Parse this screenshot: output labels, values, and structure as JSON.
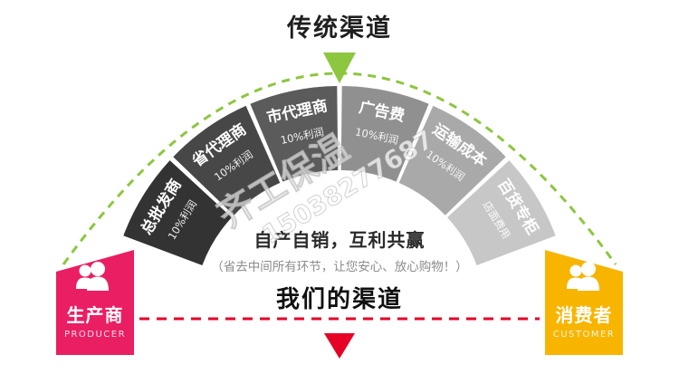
{
  "titles": {
    "traditional": "传统渠道"
  },
  "arch": {
    "segments": [
      {
        "name": "总批发商",
        "sub": "10%利润",
        "color": "#333333"
      },
      {
        "name": "省代理商",
        "sub": "10%利润",
        "color": "#474747"
      },
      {
        "name": "市代理商",
        "sub": "10%利润",
        "color": "#5b5b5b"
      },
      {
        "name": "广告费",
        "sub": "10%利润",
        "color": "#909090"
      },
      {
        "name": "运输成本",
        "sub": "10%利润",
        "color": "#a9a9a9"
      },
      {
        "name": "百货专柜",
        "sub": "店面费用",
        "color": "#c7c7c7"
      }
    ]
  },
  "producer": {
    "label": "生产商",
    "sublabel": "PRODUCER",
    "color": "#ea1e63"
  },
  "customer": {
    "label": "消费者",
    "sublabel": "CUSTOMER",
    "color": "#f7b500"
  },
  "center": {
    "slogan": "自产自销，互利共赢",
    "note": "（省去中间所有环节，让您安心、放心购物！）",
    "our_channel": "我们的渠道"
  },
  "watermark": {
    "line1": "齐工保温",
    "line2": "15038277687"
  },
  "colors": {
    "green": "#8dc63f",
    "red": "#e60026"
  }
}
